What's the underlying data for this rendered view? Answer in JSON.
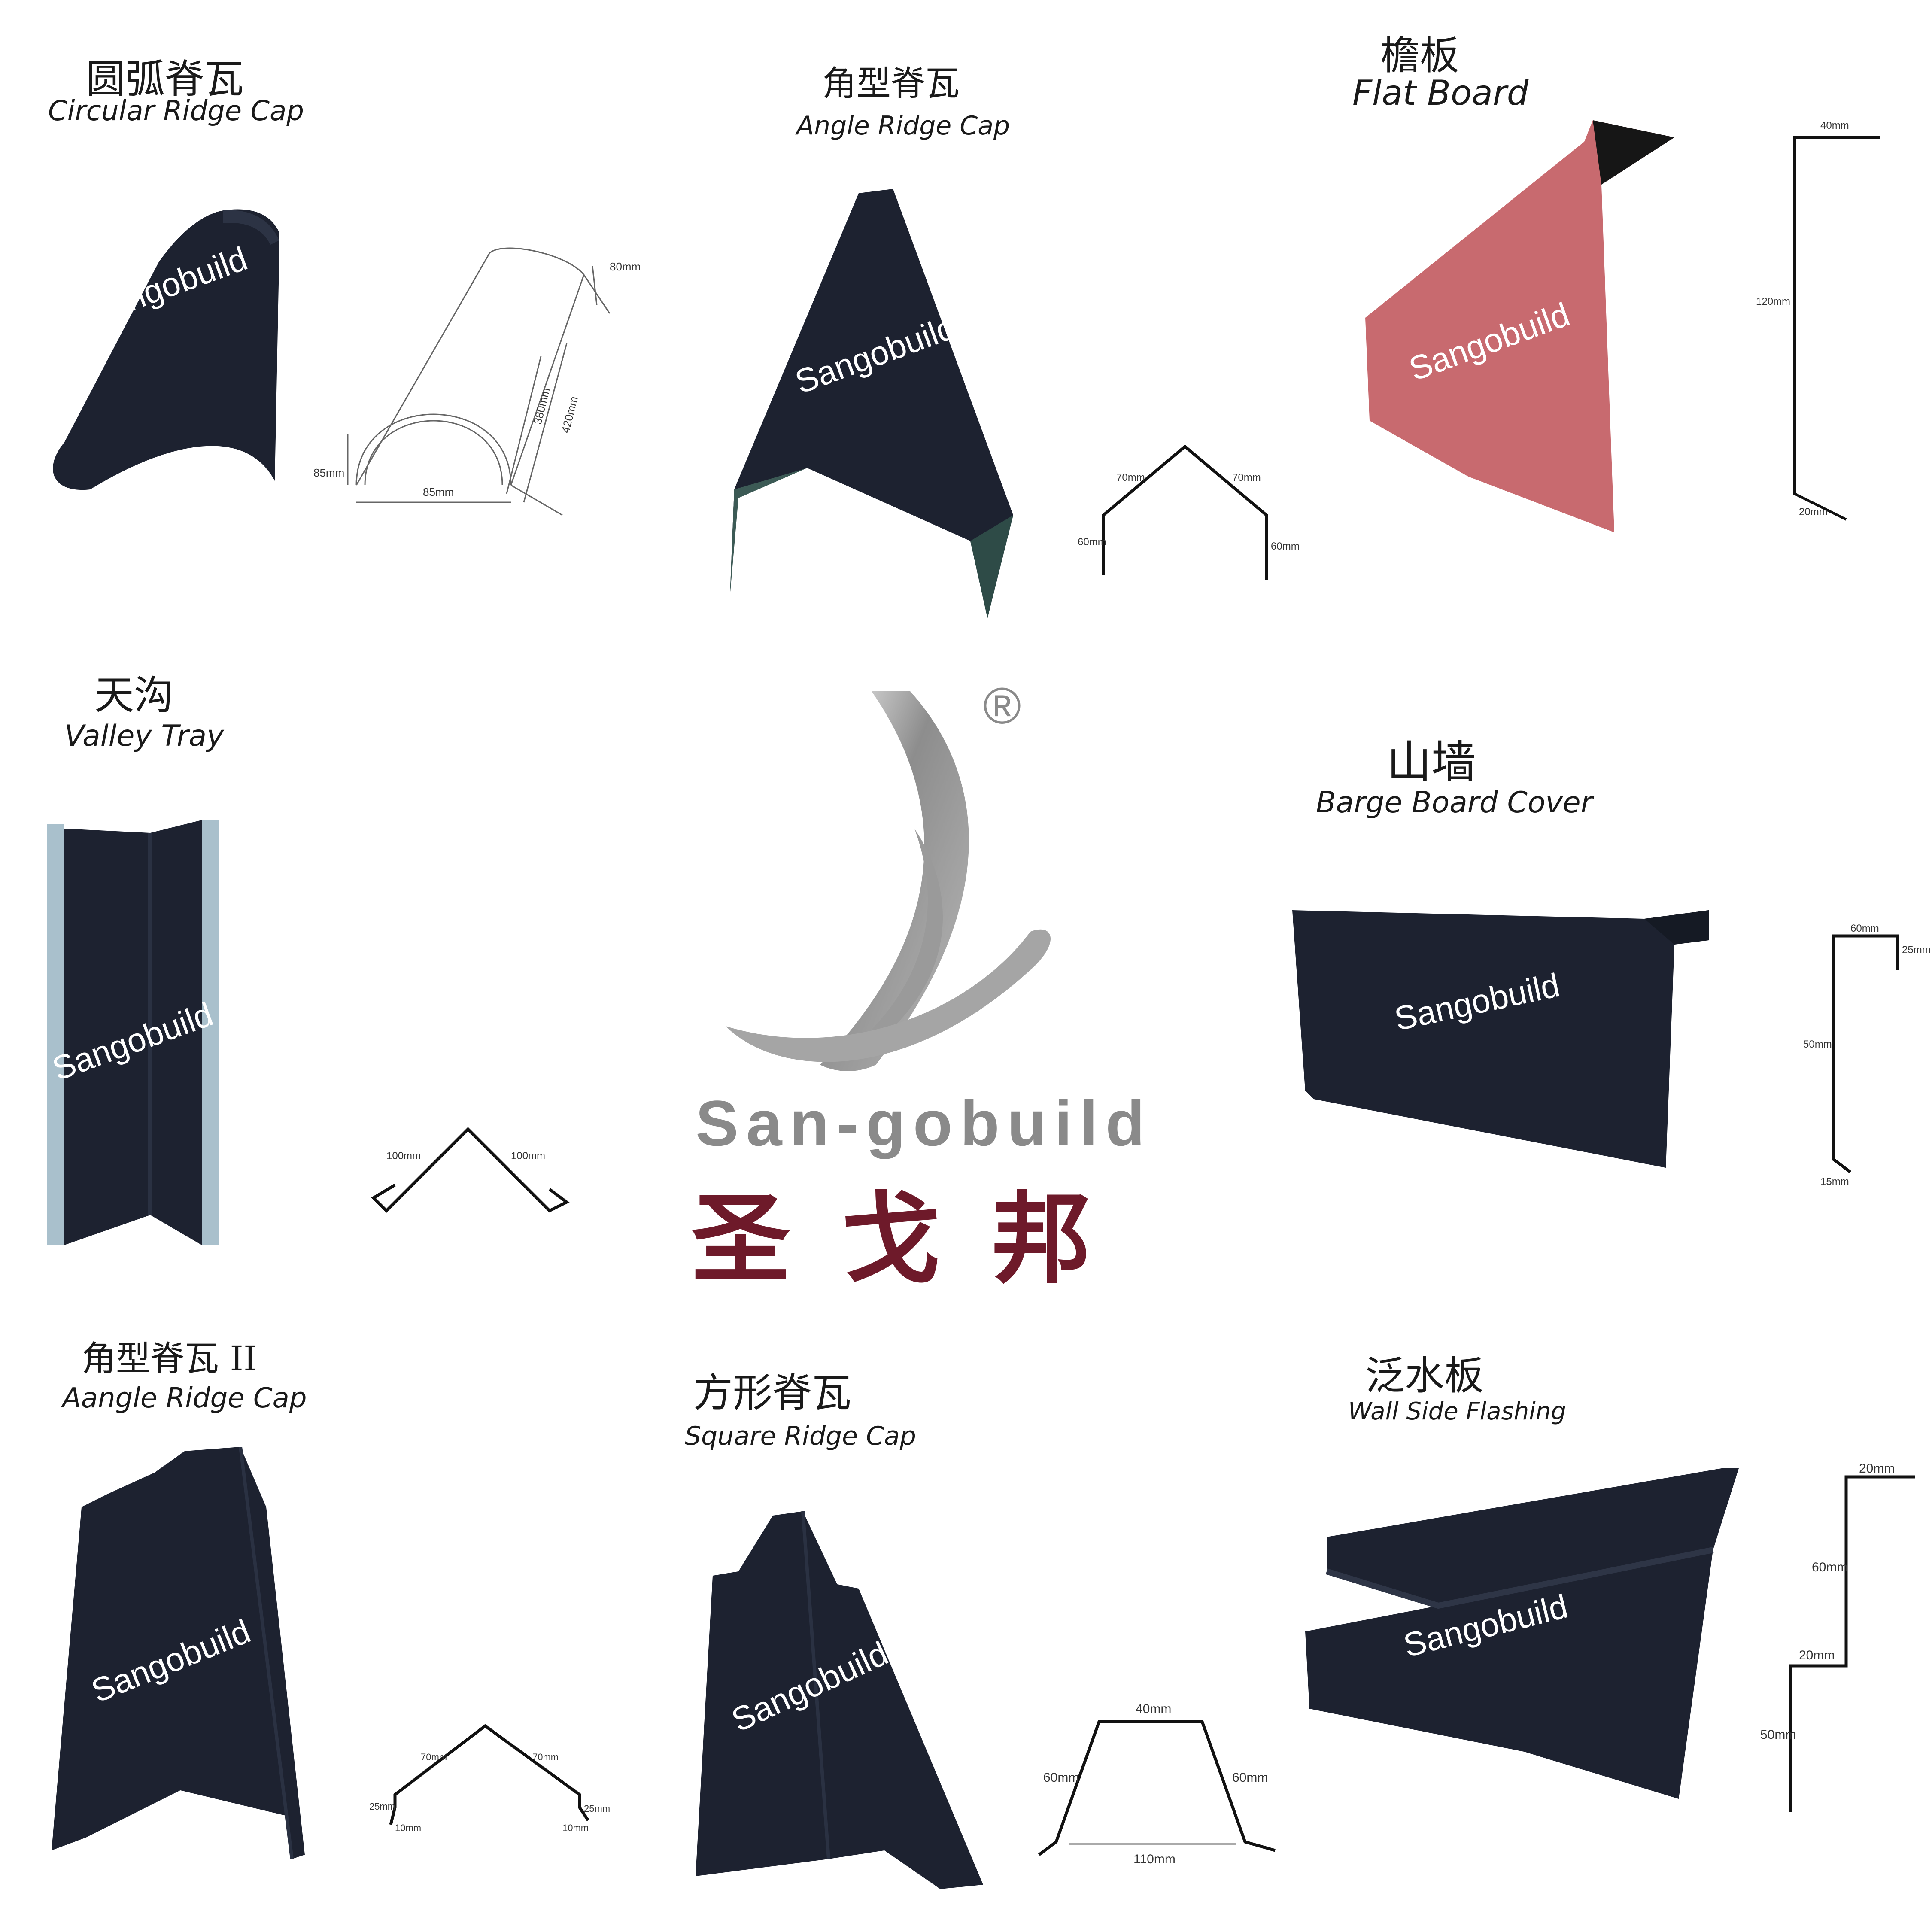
{
  "watermark": "Sangobuild",
  "brand": {
    "registered": "®",
    "name_en": "San-gobuild",
    "name_zh": "圣 戈 邦",
    "name_color": "#8a8a8a",
    "zh_color": "#6e1a2a"
  },
  "products": [
    {
      "id": "circular-ridge-cap",
      "title_zh": "圆弧脊瓦",
      "title_en": "Circular Ridge Cap",
      "dims": [
        "85mm",
        "85mm",
        "80mm",
        "380mm",
        "420mm"
      ]
    },
    {
      "id": "angle-ridge-cap",
      "title_zh": "角型脊瓦",
      "title_en": "Angle Ridge Cap",
      "dims": [
        "70mm",
        "70mm",
        "60mm",
        "60mm"
      ]
    },
    {
      "id": "flat-board",
      "title_zh": "檐板",
      "title_en": "Flat Board",
      "dims": [
        "40mm",
        "120mm",
        "20mm"
      ]
    },
    {
      "id": "valley-tray",
      "title_zh": "天沟",
      "title_en": "Valley Tray",
      "dims": [
        "100mm",
        "100mm"
      ]
    },
    {
      "id": "barge-board-cover",
      "title_zh": "山墙",
      "title_en": "Barge Board Cover",
      "dims": [
        "60mm",
        "25mm",
        "50mm",
        "15mm"
      ]
    },
    {
      "id": "angle-ridge-cap-2",
      "title_zh": "角型脊瓦 II",
      "title_en": "Aangle Ridge Cap",
      "dims": [
        "70mm",
        "70mm",
        "25mm",
        "25mm",
        "10mm",
        "10mm"
      ]
    },
    {
      "id": "square-ridge-cap",
      "title_zh": "方形脊瓦",
      "title_en": "Square Ridge Cap",
      "dims": [
        "40mm",
        "60mm",
        "60mm",
        "110mm"
      ]
    },
    {
      "id": "wall-side-flashing",
      "title_zh": "泛水板",
      "title_en": "Wall Side Flashing",
      "dims": [
        "20mm",
        "60mm",
        "20mm",
        "50mm"
      ]
    }
  ],
  "colors": {
    "stone_dark": "#1d2230",
    "stone_red": "#c86a6f",
    "line": "#111111"
  }
}
